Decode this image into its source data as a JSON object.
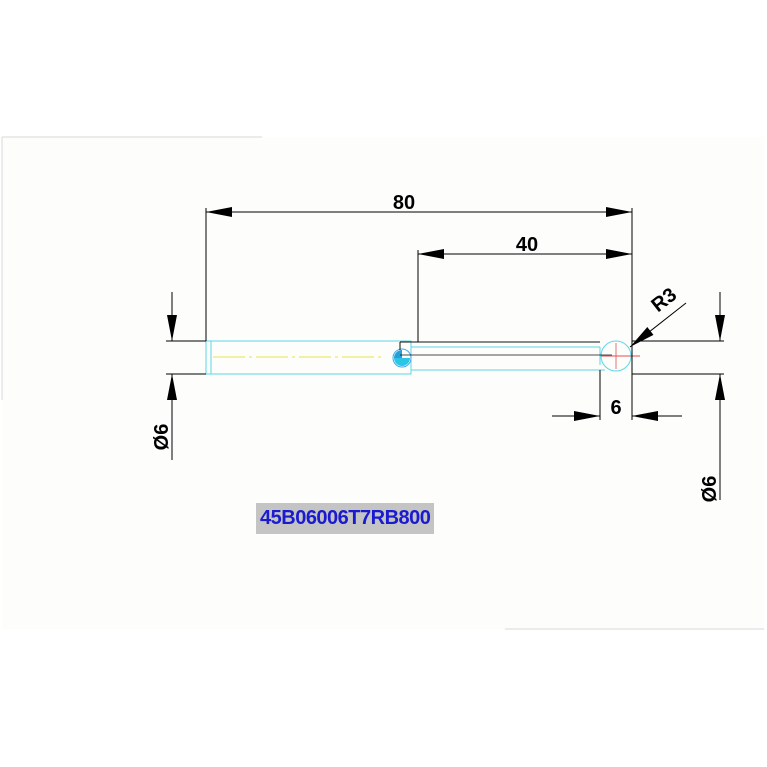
{
  "drawing": {
    "dimensions": {
      "overall_length": "80",
      "partial_length": "40",
      "ball_offset": "6",
      "radius": "R3",
      "left_diameter": "Ø6",
      "right_diameter": "Ø6"
    },
    "part_number": "45B06006T7RB800",
    "colors": {
      "outline": "#5ad7e6",
      "centerline": "#e6e24a",
      "dimension": "#000000",
      "label_text": "#1a1ad0",
      "label_bg": "#c4c4c4",
      "paper": "#fdfefc"
    }
  }
}
